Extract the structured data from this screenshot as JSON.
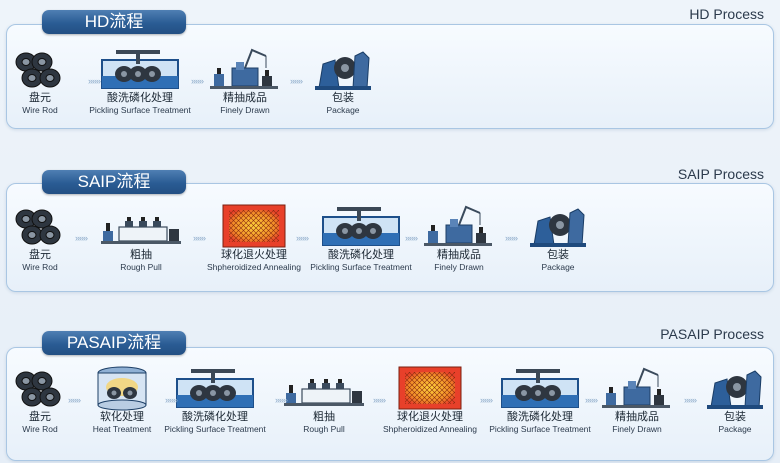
{
  "processes": [
    {
      "tab": "HD流程",
      "title": "HD Process",
      "steps": [
        {
          "icon": "wire-rod-icon",
          "cn": "盘元",
          "en": "Wire Rod"
        },
        {
          "icon": "pickling-tank-icon",
          "cn": "酸洗磷化处理",
          "en": "Pickling Surface Treatment"
        },
        {
          "icon": "drawing-machine-icon",
          "cn": "精抽成品",
          "en": "Finely Drawn"
        },
        {
          "icon": "package-machine-icon",
          "cn": "包装",
          "en": "Package"
        }
      ]
    },
    {
      "tab": "SAIP流程",
      "title": "SAIP Process",
      "steps": [
        {
          "icon": "wire-rod-icon",
          "cn": "盘元",
          "en": "Wire Rod"
        },
        {
          "icon": "rough-pull-icon",
          "cn": "粗抽",
          "en": "Rough Pull"
        },
        {
          "icon": "annealing-furnace-icon",
          "cn": "球化退火处理",
          "en": "Shpheroidized Annealing"
        },
        {
          "icon": "pickling-tank-icon",
          "cn": "酸洗磷化处理",
          "en": "Pickling Surface Treatment"
        },
        {
          "icon": "drawing-machine-icon",
          "cn": "精抽成品",
          "en": "Finely Drawn"
        },
        {
          "icon": "package-machine-icon",
          "cn": "包装",
          "en": "Package"
        }
      ]
    },
    {
      "tab": "PASAIP流程",
      "title": "PASAIP Process",
      "steps": [
        {
          "icon": "wire-rod-icon",
          "cn": "盘元",
          "en": "Wire Rod"
        },
        {
          "icon": "heat-treatment-icon",
          "cn": "软化处理",
          "en": "Heat Treatment"
        },
        {
          "icon": "pickling-tank-icon",
          "cn": "酸洗磷化处理",
          "en": "Pickling Surface Treatment"
        },
        {
          "icon": "rough-pull-icon",
          "cn": "粗抽",
          "en": "Rough Pull"
        },
        {
          "icon": "annealing-furnace-icon",
          "cn": "球化退火处理",
          "en": "Shpheroidized Annealing"
        },
        {
          "icon": "pickling-tank-icon",
          "cn": "酸洗磷化处理",
          "en": "Pickling Surface Treatment"
        },
        {
          "icon": "drawing-machine-icon",
          "cn": "精抽成品",
          "en": "Finely Drawn"
        },
        {
          "icon": "package-machine-icon",
          "cn": "包装",
          "en": "Package"
        }
      ]
    }
  ],
  "arrow_glyph": "»»»",
  "colors": {
    "tab": "#2a5c94",
    "panel_border": "#a9c6e3",
    "arrow": "#8aa9c9",
    "furnace": "#e8402a"
  }
}
